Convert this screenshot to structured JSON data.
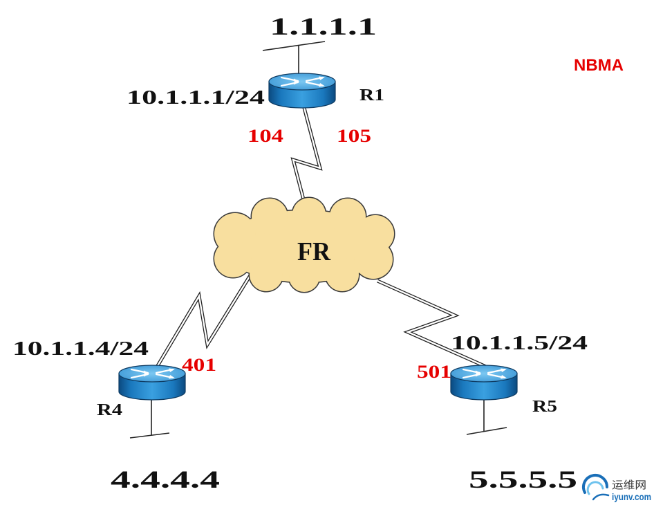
{
  "diagram_label": "NBMA",
  "cloud": {
    "label": "FR",
    "icon": "frame-relay-cloud-icon"
  },
  "routers": {
    "r1": {
      "name": "R1",
      "interface_ip": "10.1.1.1/24",
      "loopback": "1.1.1.1",
      "dlcis": [
        "104",
        "105"
      ],
      "icon": "router-icon"
    },
    "r4": {
      "name": "R4",
      "interface_ip": "10.1.1.4/24",
      "loopback": "4.4.4.4",
      "dlci": "401",
      "icon": "router-icon"
    },
    "r5": {
      "name": "R5",
      "interface_ip": "10.1.1.5/24",
      "loopback": "5.5.5.5",
      "dlci": "501",
      "icon": "router-icon"
    }
  },
  "colors": {
    "dlci": "#e60000",
    "cloud": "#f8df9f",
    "router": "#1f86c8",
    "watermark": "#1a6fb8"
  },
  "watermark": {
    "cn": "运维网",
    "site": "iyunv.com",
    "icon": "swirl-logo-icon"
  }
}
